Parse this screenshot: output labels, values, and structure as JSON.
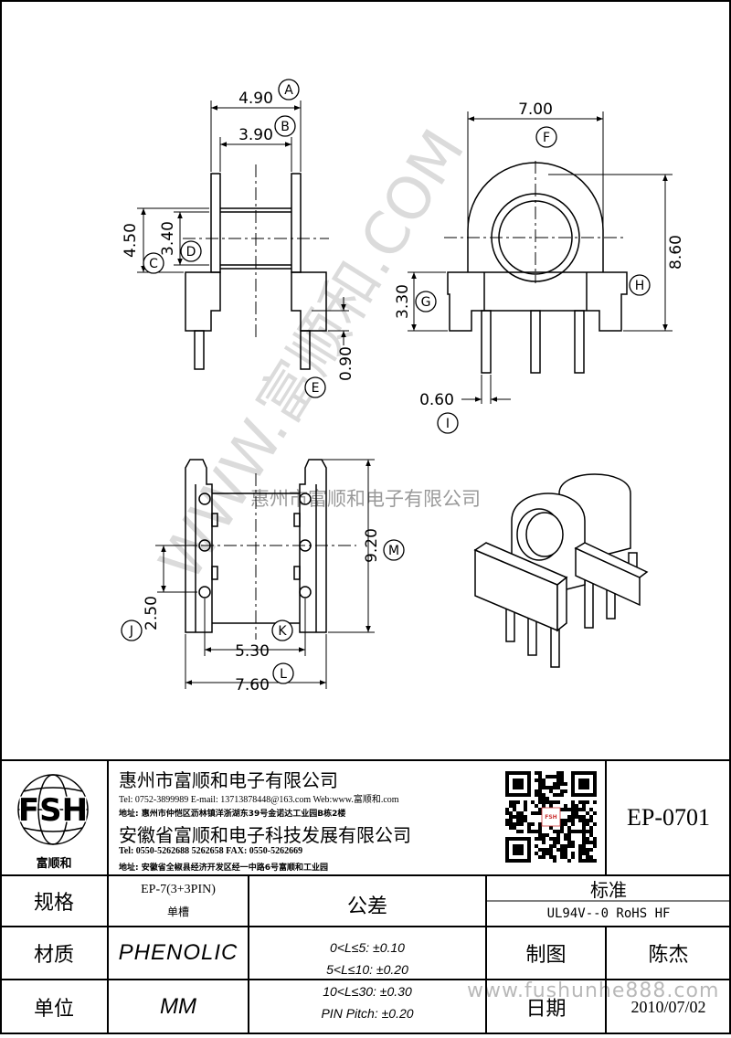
{
  "watermark": {
    "diagonal": "WWW.富顺和.COM",
    "company": "惠州市富顺和电子有限公司",
    "footer_url": "www.fushunhe888.com"
  },
  "dimensions": {
    "a": "4.90",
    "b": "3.90",
    "c": "4.50",
    "d": "3.40",
    "e": "0.90",
    "f": "7.00",
    "g": "3.30",
    "h": "8.60",
    "i": "0.60",
    "j": "2.50",
    "k": "5.30",
    "l": "7.60",
    "m": "9.20"
  },
  "markers": {
    "a": "A",
    "b": "B",
    "c": "C",
    "d": "D",
    "e": "E",
    "f": "F",
    "g": "G",
    "h": "H",
    "i": "I",
    "j": "J",
    "k": "K",
    "l": "L",
    "m": "M"
  },
  "title_block": {
    "logo_text": "FSH",
    "logo_caption": "富顺和",
    "company1": "惠州市富顺和电子有限公司",
    "company1_contact": "Tel:  0752-3899989  E-mail: 13713878448@163.com  Web:www.富顺和.com",
    "company1_address": "地址: 惠州市仲恺区沥林镇洋浙湖东39号金诺达工业园B栋2楼",
    "company2": "安徽省富顺和电子科技发展有限公司",
    "company2_contact": "Tel:  0550-5262688  5262658    FAX: 0550-5262669",
    "company2_address": "地址: 安徽省全椒县经济开发区经一中路6号富顺和工业园",
    "qr_label": "FSH",
    "part_number": "EP-0701",
    "spec_label": "规格",
    "spec_value": "EP-7(3+3PIN)",
    "spec_sub": "单槽",
    "material_label": "材质",
    "material_value": "PHENOLIC",
    "unit_label": "单位",
    "unit_value": "MM",
    "tolerance_label": "公差",
    "tolerance_1": "0<L≤5: ±0.10",
    "tolerance_2": "5<L≤10: ±0.20",
    "tolerance_3": "10<L≤30: ±0.30",
    "tolerance_4": "PIN Pitch: ±0.20",
    "standard_label": "标准",
    "standard_value": "UL94V--0  RoHS HF",
    "drawn_label": "制图",
    "drawn_value": "陈杰",
    "date_label": "日期",
    "date_value": "2010/07/02"
  }
}
